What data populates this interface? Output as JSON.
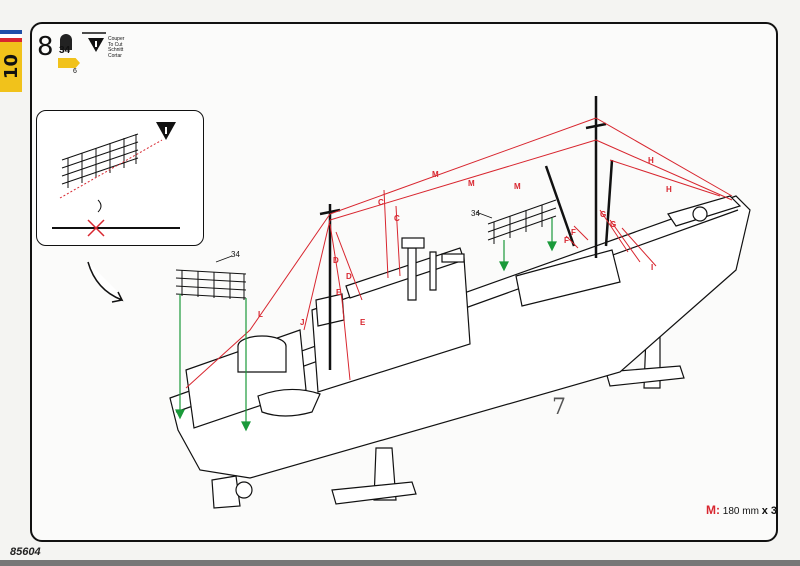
{
  "page": {
    "number": "10",
    "step": "8",
    "code": "85604"
  },
  "flag_colors": [
    "#1f4fa8",
    "#ffffff",
    "#d8262f"
  ],
  "paint": {
    "ref": "34",
    "sub": "6"
  },
  "cut_label": [
    "Couper",
    "To Cut",
    "Schnitt",
    "Cortar"
  ],
  "part_number": "34",
  "labels": {
    "M": "M",
    "H": "H",
    "C": "C",
    "D": "D",
    "E": "E",
    "F": "F",
    "G": "G",
    "I": "I",
    "J": "J",
    "L": "L"
  },
  "legend": {
    "letter": "M",
    "separator": ":",
    "length": "180 mm",
    "count": "x 3"
  },
  "assembly_mark": "7",
  "colors": {
    "rigging": "#d8262f",
    "placement_arrow": "#1a9a3a",
    "tab": "#f1c21b"
  }
}
